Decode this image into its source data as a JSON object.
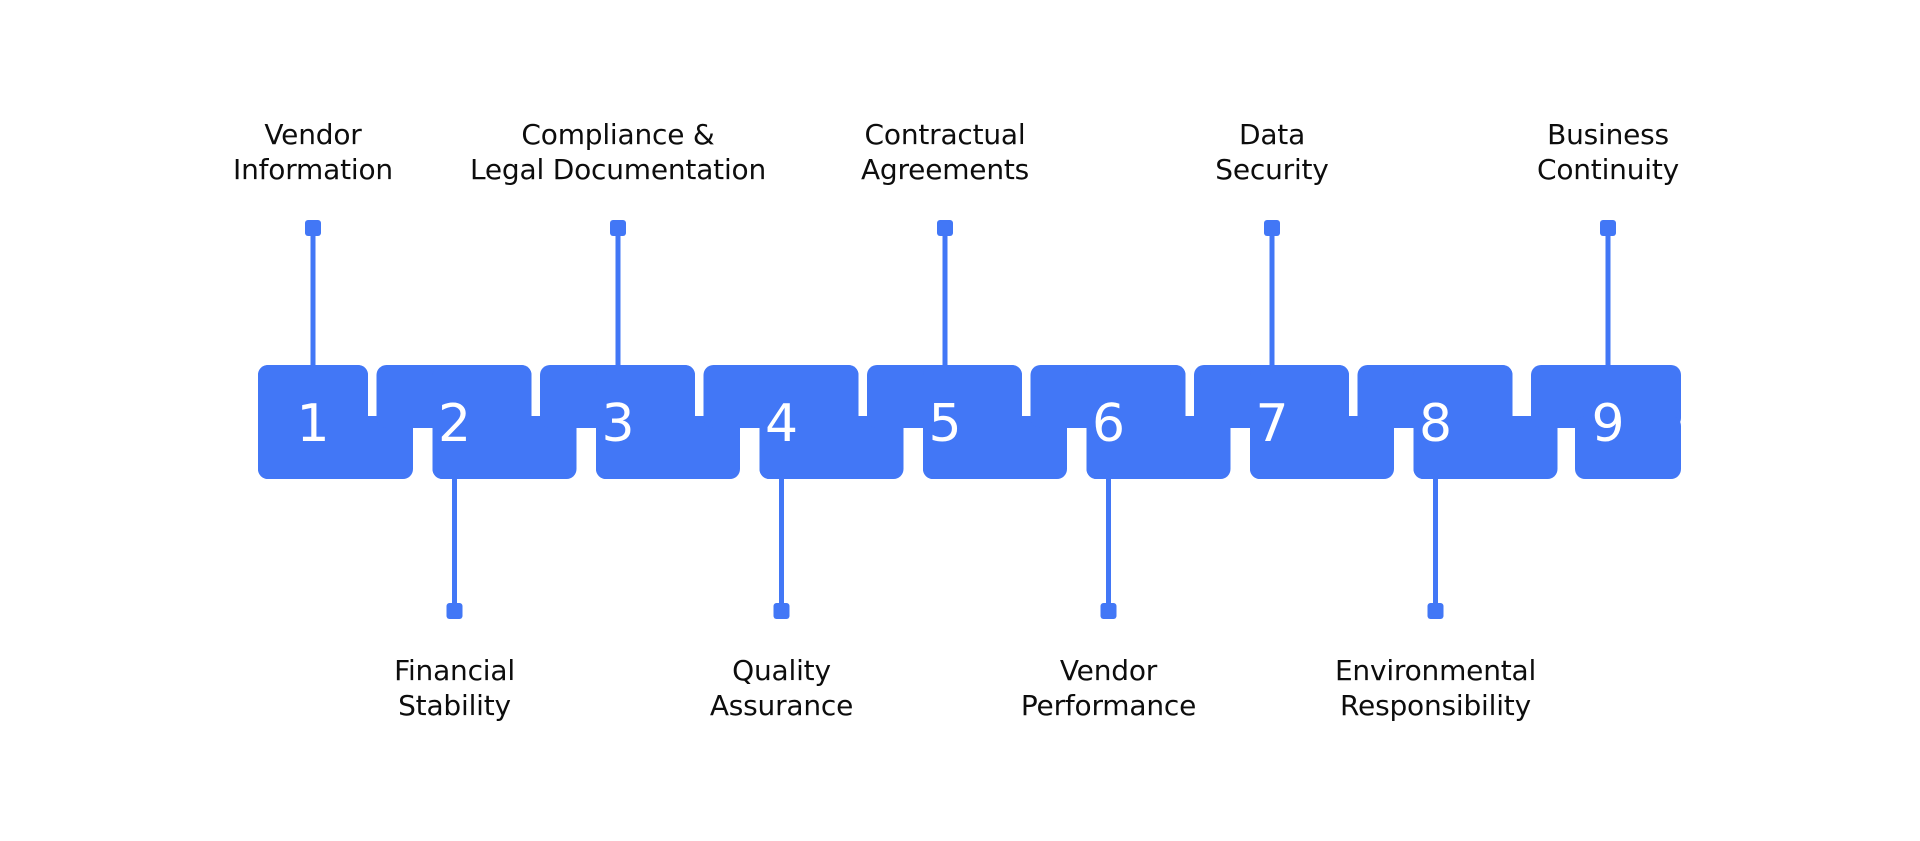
{
  "colors": {
    "accent": "#4277f6",
    "text": "#0d0d0d",
    "background": "#ffffff"
  },
  "steps": [
    {
      "number": "1",
      "position": "top",
      "label": [
        "Vendor",
        "Information"
      ]
    },
    {
      "number": "2",
      "position": "bottom",
      "label": [
        "Financial",
        "Stability"
      ]
    },
    {
      "number": "3",
      "position": "top",
      "label": [
        "Compliance &",
        "Legal Documentation"
      ]
    },
    {
      "number": "4",
      "position": "bottom",
      "label": [
        "Quality",
        "Assurance"
      ]
    },
    {
      "number": "5",
      "position": "top",
      "label": [
        "Contractual",
        "Agreements"
      ]
    },
    {
      "number": "6",
      "position": "bottom",
      "label": [
        "Vendor",
        "Performance"
      ]
    },
    {
      "number": "7",
      "position": "top",
      "label": [
        "Data",
        "Security"
      ]
    },
    {
      "number": "8",
      "position": "bottom",
      "label": [
        "Environmental",
        "Responsibility"
      ]
    },
    {
      "number": "9",
      "position": "top",
      "label": [
        "Business",
        "Continuity"
      ]
    }
  ]
}
